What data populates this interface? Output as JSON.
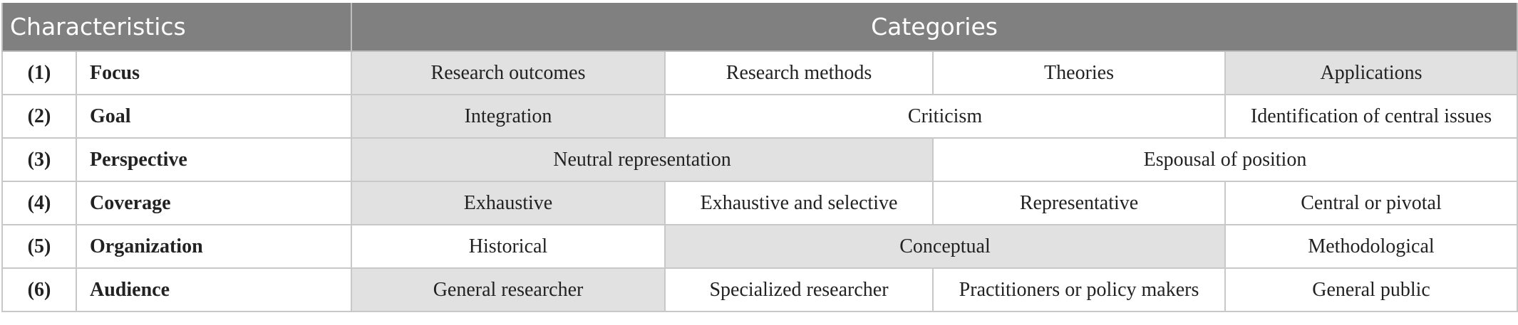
{
  "header": {
    "characteristics": "Characteristics",
    "categories": "Categories"
  },
  "rows": [
    {
      "num": "(1)",
      "label": "Focus",
      "cells": [
        {
          "text": "Research outcomes",
          "span": 1,
          "shaded": true
        },
        {
          "text": "Research methods",
          "span": 1,
          "shaded": false
        },
        {
          "text": "Theories",
          "span": 1,
          "shaded": false
        },
        {
          "text": "Applications",
          "span": 1,
          "shaded": true
        }
      ]
    },
    {
      "num": "(2)",
      "label": "Goal",
      "cells": [
        {
          "text": "Integration",
          "span": 1,
          "shaded": true
        },
        {
          "text": "Criticism",
          "span": 2,
          "shaded": false
        },
        {
          "text": "Identification of central issues",
          "span": 1,
          "shaded": false
        }
      ]
    },
    {
      "num": "(3)",
      "label": "Perspective",
      "cells": [
        {
          "text": "Neutral representation",
          "span": 2,
          "shaded": true
        },
        {
          "text": "Espousal of position",
          "span": 2,
          "shaded": false
        }
      ]
    },
    {
      "num": "(4)",
      "label": "Coverage",
      "cells": [
        {
          "text": "Exhaustive",
          "span": 1,
          "shaded": true
        },
        {
          "text": "Exhaustive and selective",
          "span": 1,
          "shaded": false
        },
        {
          "text": "Representative",
          "span": 1,
          "shaded": false
        },
        {
          "text": "Central or pivotal",
          "span": 1,
          "shaded": false
        }
      ]
    },
    {
      "num": "(5)",
      "label": "Organization",
      "cells": [
        {
          "text": "Historical",
          "span": 1,
          "shaded": false
        },
        {
          "text": "Conceptual",
          "span": 2,
          "shaded": true
        },
        {
          "text": "Methodological",
          "span": 1,
          "shaded": false
        }
      ]
    },
    {
      "num": "(6)",
      "label": "Audience",
      "cells": [
        {
          "text": "General researcher",
          "span": 1,
          "shaded": true
        },
        {
          "text": "Specialized researcher",
          "span": 1,
          "shaded": false
        },
        {
          "text": "Practitioners or policy makers",
          "span": 1,
          "shaded": false
        },
        {
          "text": "General public",
          "span": 1,
          "shaded": false
        }
      ]
    }
  ]
}
